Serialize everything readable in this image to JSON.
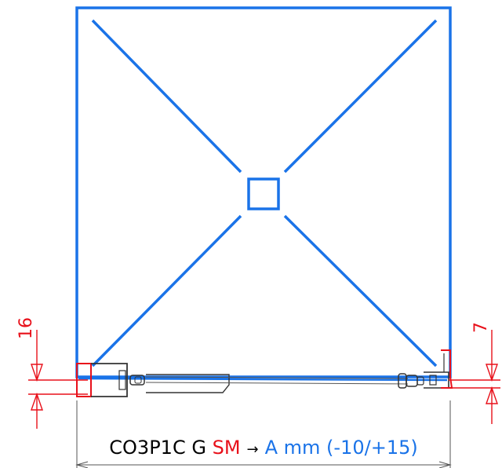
{
  "dimensions": {
    "left_value": "16",
    "right_value": "7"
  },
  "caption": {
    "model": "CO3P1C G",
    "variant": "SM",
    "arrow": "→",
    "formula": "A mm (-10/+15)"
  },
  "colors": {
    "tray_outline": "#1a73e8",
    "dimension": "#e8101a",
    "profile": "#333333",
    "glass": "#1a73e8",
    "text": "#000000"
  }
}
